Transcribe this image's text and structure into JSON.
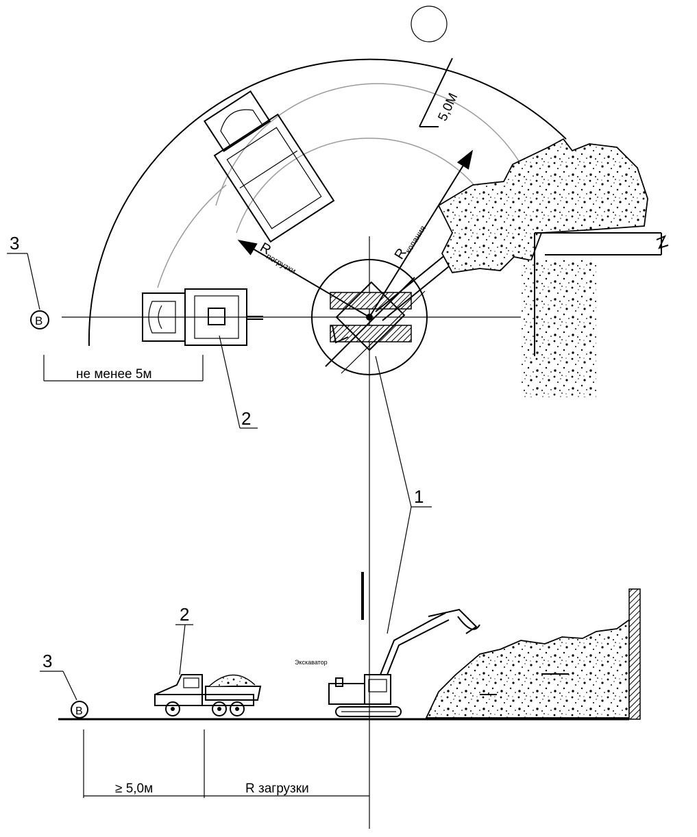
{
  "labels": {
    "marker_b": "B",
    "num_1": "1",
    "num_2": "2",
    "num_3": "3",
    "five_m_arc": "5,0М",
    "r_dig_main": "R",
    "r_dig_sub": "копания",
    "r_load_main": "R",
    "r_load_sub": "погрузки",
    "not_less_5m": "не менее 5м",
    "ge_5m": "≥  5,0м",
    "r_load_bottom": "R загрузки",
    "excavator_tag": "Экскаватор"
  },
  "colors": {
    "ink": "#000000",
    "gray_arcs": "#9a9a9a",
    "background": "#ffffff"
  }
}
